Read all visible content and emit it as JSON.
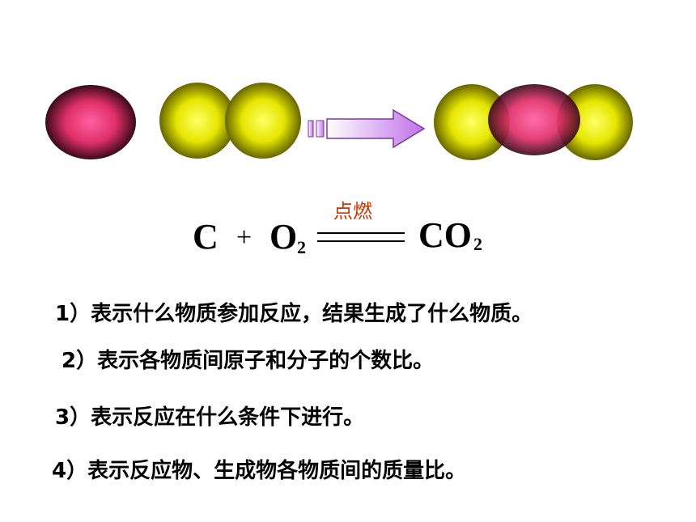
{
  "equation": {
    "reactant1": "C",
    "plus": "+",
    "reactant2": "O",
    "reactant2_sub": "2",
    "product": "CO",
    "product_sub": "2",
    "condition": "点燃"
  },
  "items": [
    "1）表示什么物质参加反应，结果生成了什么物质。",
    "2）表示各物质间原子和分子的个数比。",
    "3）表示反应在什么条件下进行。",
    "4）表示反应物、生成物各物质间的质量比。"
  ],
  "colors": {
    "carbon": "#e0306a",
    "oxygen": "#e6e600",
    "arrow": "#d9a6f2",
    "condition": "#cc3300"
  },
  "icons": {
    "carbon_atom": "carbon-atom-icon",
    "oxygen_atom": "oxygen-atom-icon",
    "reaction_arrow": "reaction-arrow-icon"
  }
}
